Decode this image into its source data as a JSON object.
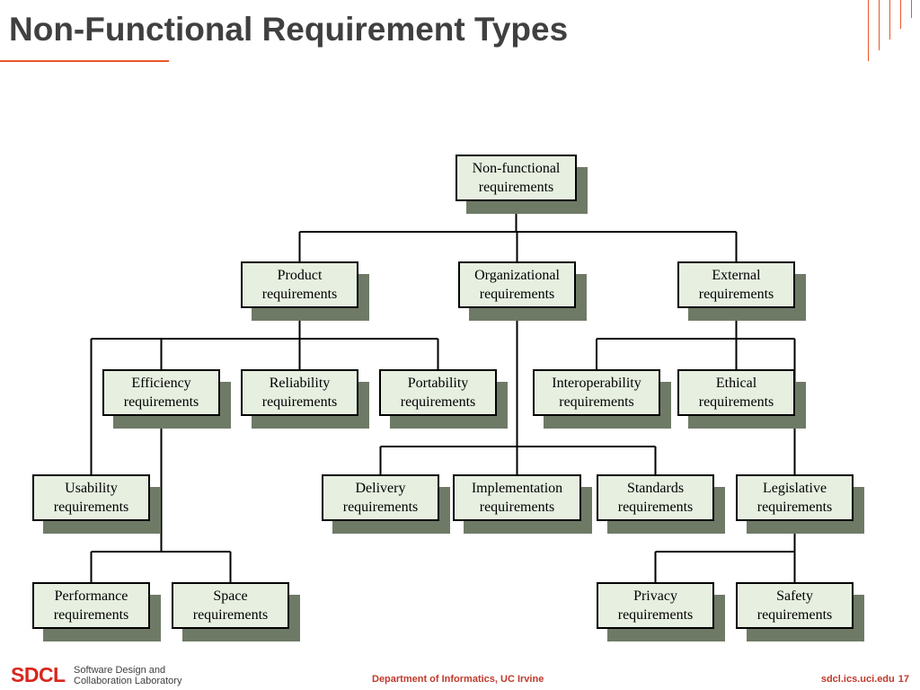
{
  "slide": {
    "title": "Non-Functional Requirement Types",
    "accent_color": "#e8582a"
  },
  "diagram": {
    "nodes": [
      {
        "id": "nonfunctional",
        "lines": [
          "Non-functional",
          "requirements"
        ]
      },
      {
        "id": "product",
        "lines": [
          "Product",
          "requirements"
        ]
      },
      {
        "id": "organizational",
        "lines": [
          "Organizational",
          "requirements"
        ]
      },
      {
        "id": "external",
        "lines": [
          "External",
          "requirements"
        ]
      },
      {
        "id": "efficiency",
        "lines": [
          "Efficiency",
          "requirements"
        ]
      },
      {
        "id": "reliability",
        "lines": [
          "Reliability",
          "requirements"
        ]
      },
      {
        "id": "portability",
        "lines": [
          "Portability",
          "requirements"
        ]
      },
      {
        "id": "interoperability",
        "lines": [
          "Interoperability",
          "requirements"
        ]
      },
      {
        "id": "ethical",
        "lines": [
          "Ethical",
          "requirements"
        ]
      },
      {
        "id": "usability",
        "lines": [
          "Usability",
          "requirements"
        ]
      },
      {
        "id": "delivery",
        "lines": [
          "Delivery",
          "requirements"
        ]
      },
      {
        "id": "implementation",
        "lines": [
          "Implementation",
          "requirements"
        ]
      },
      {
        "id": "standards",
        "lines": [
          "Standards",
          "requirements"
        ]
      },
      {
        "id": "legislative",
        "lines": [
          "Legislative",
          "requirements"
        ]
      },
      {
        "id": "performance",
        "lines": [
          "Performance",
          "requirements"
        ]
      },
      {
        "id": "space",
        "lines": [
          "Space",
          "requirements"
        ]
      },
      {
        "id": "privacy",
        "lines": [
          "Privacy",
          "requirements"
        ]
      },
      {
        "id": "safety",
        "lines": [
          "Safety",
          "requirements"
        ]
      }
    ],
    "edges": [
      {
        "from": "nonfunctional",
        "to": [
          "product",
          "organizational",
          "external"
        ]
      },
      {
        "from": "product",
        "to": [
          "usability",
          "efficiency",
          "reliability",
          "portability"
        ]
      },
      {
        "from": "external",
        "to": [
          "interoperability",
          "ethical",
          "legislative"
        ]
      },
      {
        "from": "organizational",
        "to": [
          "delivery",
          "implementation",
          "standards"
        ]
      },
      {
        "from": "efficiency",
        "to": [
          "performance",
          "space"
        ]
      },
      {
        "from": "legislative",
        "to": [
          "privacy",
          "safety"
        ]
      }
    ],
    "box_fill": "#e6efe0",
    "shadow_color": "#6e7a66"
  },
  "footer": {
    "logo": "SDCL",
    "logo_sub_line1": "Software Design and",
    "logo_sub_line2": "Collaboration Laboratory",
    "department": "Department of Informatics, UC Irvine",
    "site": "sdcl.ics.uci.edu",
    "page_number": "17",
    "accent_color": "#c0392b"
  }
}
